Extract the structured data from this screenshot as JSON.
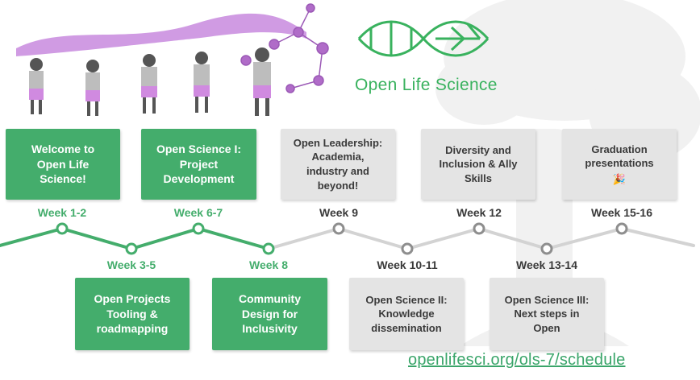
{
  "logo": {
    "text": "Open Life Science"
  },
  "url": "openlifesci.org/ols-7/schedule",
  "colors": {
    "done": "#44ad6c",
    "todo": "#e4e4e4",
    "line_done": "#44ad6c",
    "line_todo": "#d3d3d3"
  },
  "milestones": [
    {
      "week": "Week 1-2",
      "lines": [
        "Welcome to",
        "Open Life",
        "Science!"
      ],
      "status": "done",
      "side": "top"
    },
    {
      "week": "Week 3-5",
      "lines": [
        "Open Projects",
        "Tooling &",
        "roadmapping"
      ],
      "status": "done",
      "side": "bottom"
    },
    {
      "week": "Week 6-7",
      "lines": [
        "Open Science I:",
        "Project",
        "Development"
      ],
      "status": "done",
      "side": "top"
    },
    {
      "week": "Week 8",
      "lines": [
        "Community",
        "Design for",
        "Inclusivity"
      ],
      "status": "done",
      "side": "bottom"
    },
    {
      "week": "Week 9",
      "lines": [
        "Open Leadership:",
        "Academia,",
        "industry and",
        "beyond!"
      ],
      "status": "todo",
      "side": "top"
    },
    {
      "week": "Week 10-11",
      "lines": [
        "Open Science II:",
        "Knowledge",
        "dissemination"
      ],
      "status": "todo",
      "side": "bottom"
    },
    {
      "week": "Week 12",
      "lines": [
        "Diversity and",
        "Inclusion & Ally",
        "Skills"
      ],
      "status": "todo",
      "side": "top"
    },
    {
      "week": "Week 13-14",
      "lines": [
        "Open Science III:",
        "Next steps in",
        "Open"
      ],
      "status": "todo",
      "side": "bottom"
    },
    {
      "week": "Week 15-16",
      "lines": [
        "Graduation",
        "presentations"
      ],
      "status": "todo",
      "side": "top",
      "icon": "celebration-icon"
    }
  ]
}
